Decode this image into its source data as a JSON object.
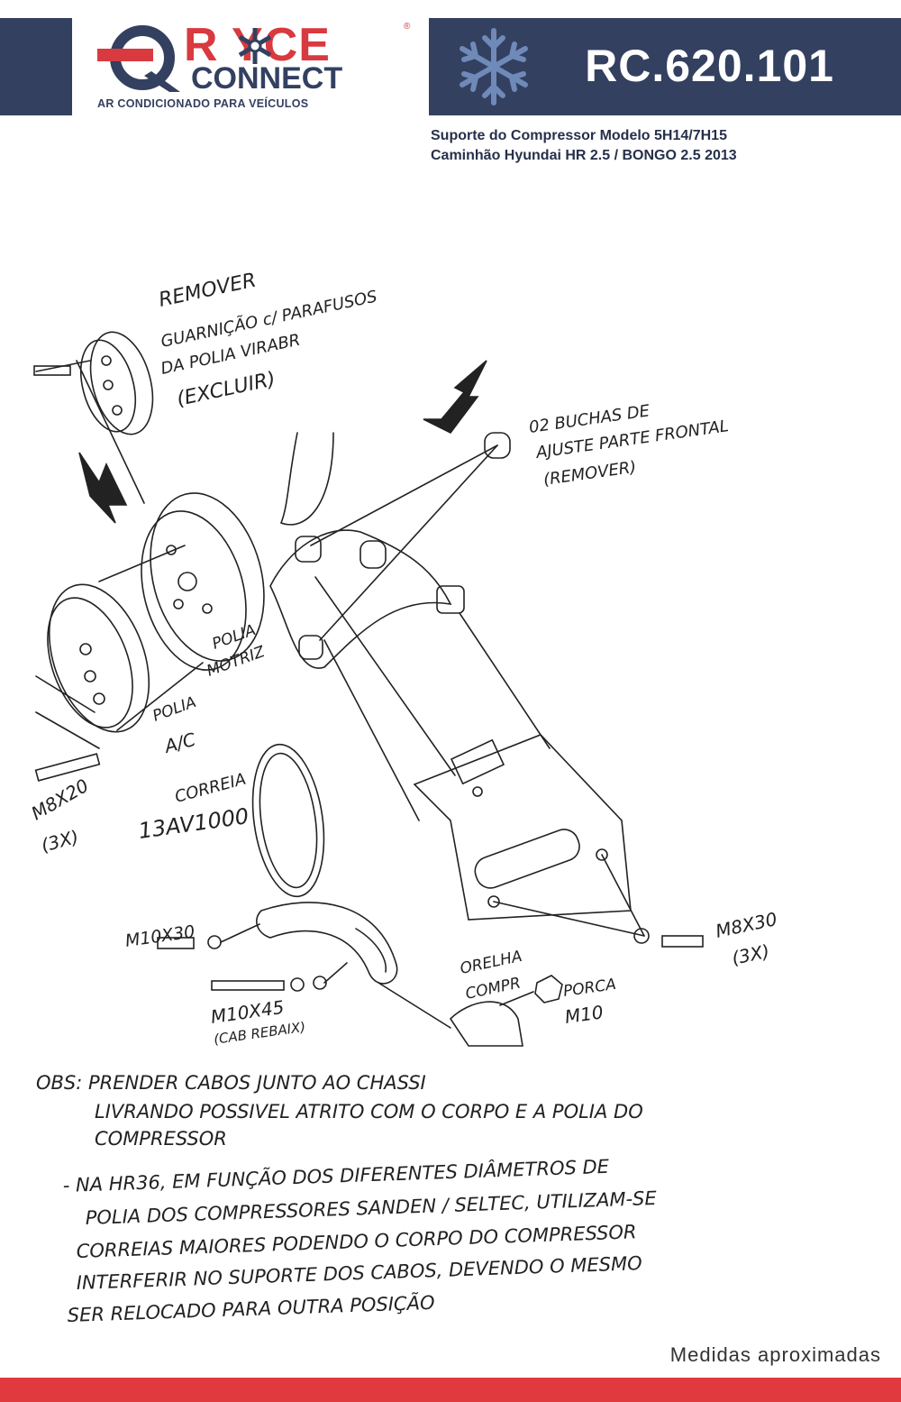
{
  "header": {
    "brand_top": "R   YCE",
    "brand_bottom": "CONNECT",
    "registered": "®",
    "tagline": "AR CONDICIONADO PARA VEÍCULOS",
    "product_code": "RC.620.101",
    "subtitle_line1": "Suporte do Compressor Modelo 5H14/7H15",
    "subtitle_line2": "Caminhão Hyundai HR 2.5 / BONGO 2.5 2013",
    "brand_colors": {
      "navy": "#334060",
      "red": "#d83a3f"
    },
    "icons": [
      "logo-mark-icon",
      "snowflake-icon"
    ]
  },
  "labels": {
    "remover_1": "REMOVER",
    "remover_2": "GUARNIÇÃO c/ PARAFUSOS",
    "remover_3": "DA POLIA VIRABR",
    "remover_4": "(EXCLUIR)",
    "buchas_1": "02 BUCHAS DE",
    "buchas_2": "AJUSTE PARTE FRONTAL",
    "buchas_3": "(REMOVER)",
    "polia_motriz_1": "POLIA",
    "polia_motriz_2": "MOTRIZ",
    "polia_ac_1": "POLIA",
    "polia_ac_2": "A/C",
    "m8x20": "M8X20",
    "m8x20_qty": "(3X)",
    "correia_1": "CORREIA",
    "correia_2": "13AV1000",
    "m10x30": "M10X30",
    "m10x45": "M10X45",
    "m10x45_note": "(CAB REBAIX)",
    "orelha_1": "ORELHA",
    "orelha_2": "COMPR",
    "porca_1": "PORCA",
    "porca_2": "M10",
    "m8x30": "M8X30",
    "m8x30_qty": "(3X)"
  },
  "notes": {
    "obs_1": "OBS: PRENDER CABOS  JUNTO AO CHASSI",
    "obs_2": "LIVRANDO POSSIVEL ATRITO COM O CORPO E A POLIA DO",
    "obs_3": "COMPRESSOR",
    "hr_1": "- NA HR36, EM FUNÇÃO DOS DIFERENTES DIÂMETROS DE",
    "hr_2": "POLIA DOS COMPRESSORES SANDEN / SELTEC, UTILIZAM-SE",
    "hr_3": "CORREIAS MAIORES PODENDO O CORPO DO COMPRESSOR",
    "hr_4": "INTERFERIR NO SUPORTE DOS CABOS, DEVENDO O MESMO",
    "hr_5": "SER RELOCADO PARA OUTRA POSIÇÃO"
  },
  "footer": {
    "measure_note": "Medidas aproximadas",
    "bar_color": "#e03a3e"
  }
}
